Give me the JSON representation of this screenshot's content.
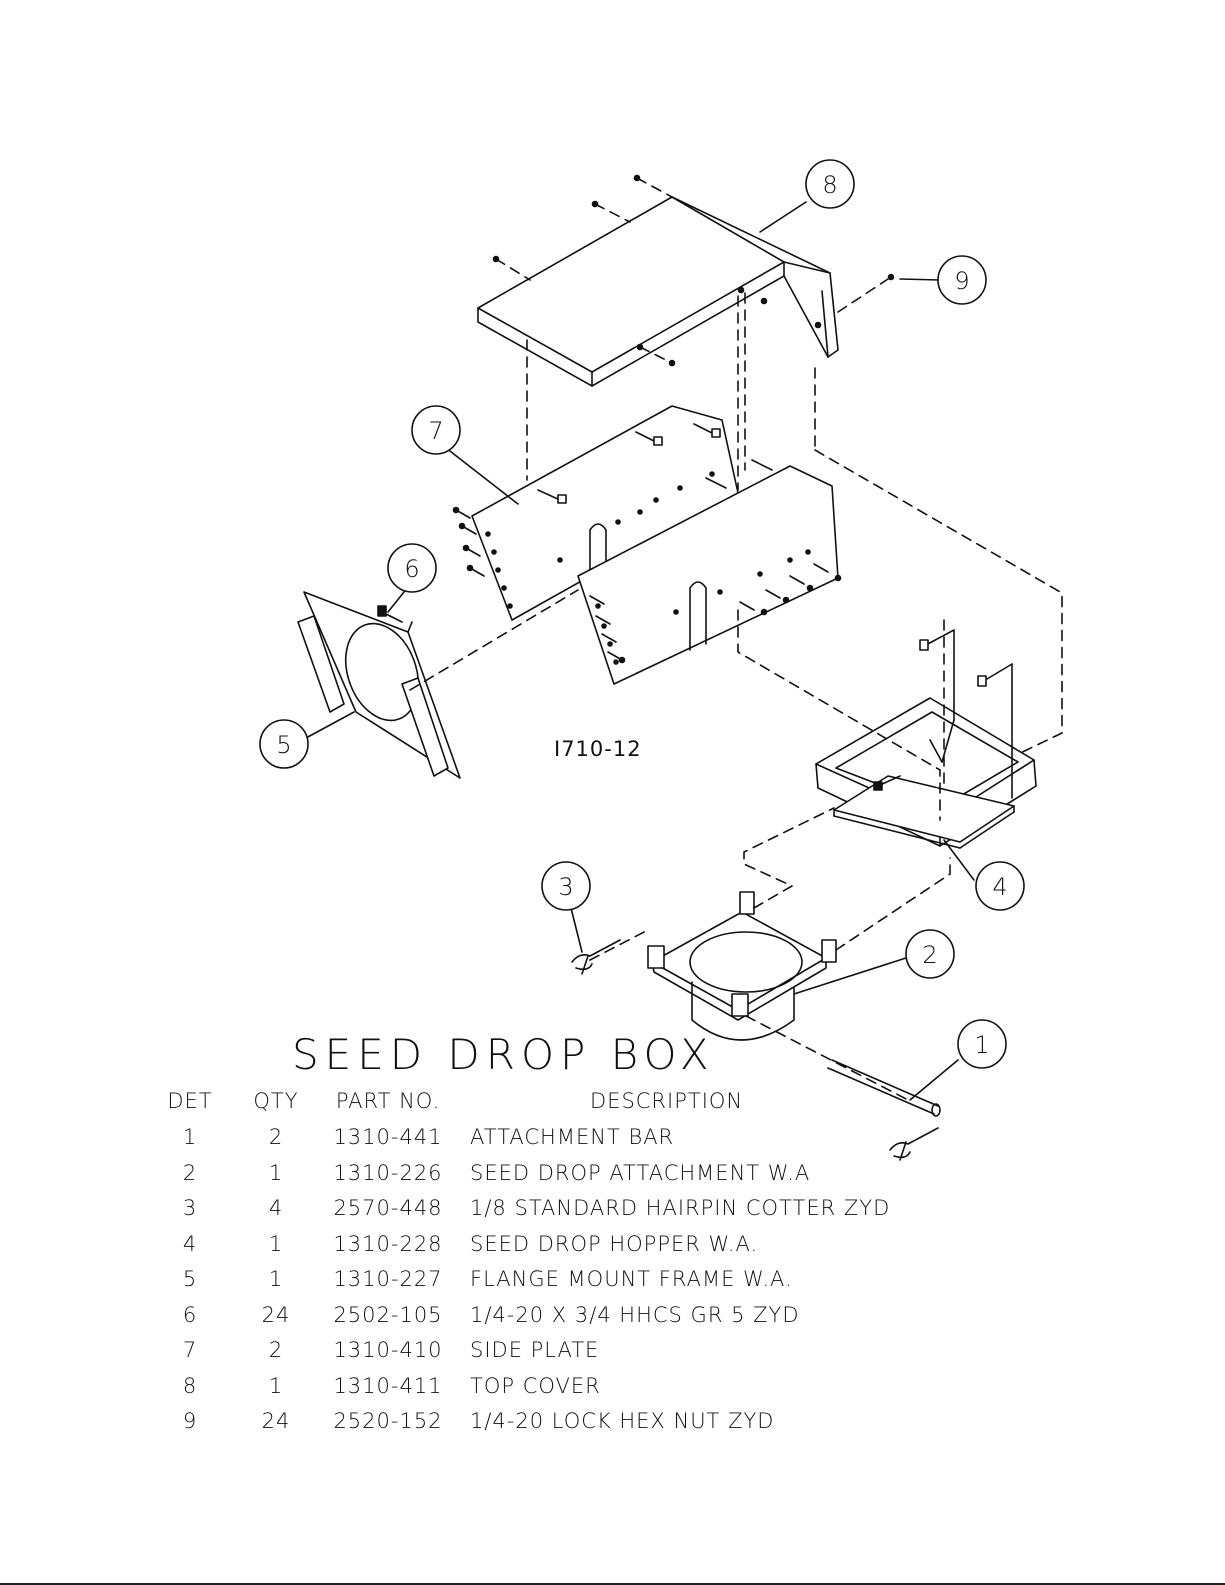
{
  "drawing_number": "I710-12",
  "title": "SEED DROP BOX",
  "callouts": [
    "1",
    "2",
    "3",
    "4",
    "5",
    "6",
    "7",
    "8",
    "9"
  ],
  "table": {
    "headers": {
      "det": "DET",
      "qty": "QTY",
      "part": "PART NO.",
      "desc": "DESCRIPTION"
    },
    "rows": [
      {
        "det": "1",
        "qty": "2",
        "part": "1310-441",
        "desc": "ATTACHMENT BAR"
      },
      {
        "det": "2",
        "qty": "1",
        "part": "1310-226",
        "desc": "SEED DROP ATTACHMENT W.A"
      },
      {
        "det": "3",
        "qty": "4",
        "part": "2570-448",
        "desc": "1/8 STANDARD HAIRPIN COTTER ZYD"
      },
      {
        "det": "4",
        "qty": "1",
        "part": "1310-228",
        "desc": "SEED DROP HOPPER W.A."
      },
      {
        "det": "5",
        "qty": "1",
        "part": "1310-227",
        "desc": "FLANGE MOUNT FRAME W.A."
      },
      {
        "det": "6",
        "qty": "24",
        "part": "2502-105",
        "desc": "1/4-20 X 3/4 HHCS GR 5 ZYD"
      },
      {
        "det": "7",
        "qty": "2",
        "part": "1310-410",
        "desc": "SIDE PLATE"
      },
      {
        "det": "8",
        "qty": "1",
        "part": "1310-411",
        "desc": "TOP COVER"
      },
      {
        "det": "9",
        "qty": "24",
        "part": "2520-152",
        "desc": "1/4-20 LOCK HEX NUT ZYD"
      }
    ]
  }
}
